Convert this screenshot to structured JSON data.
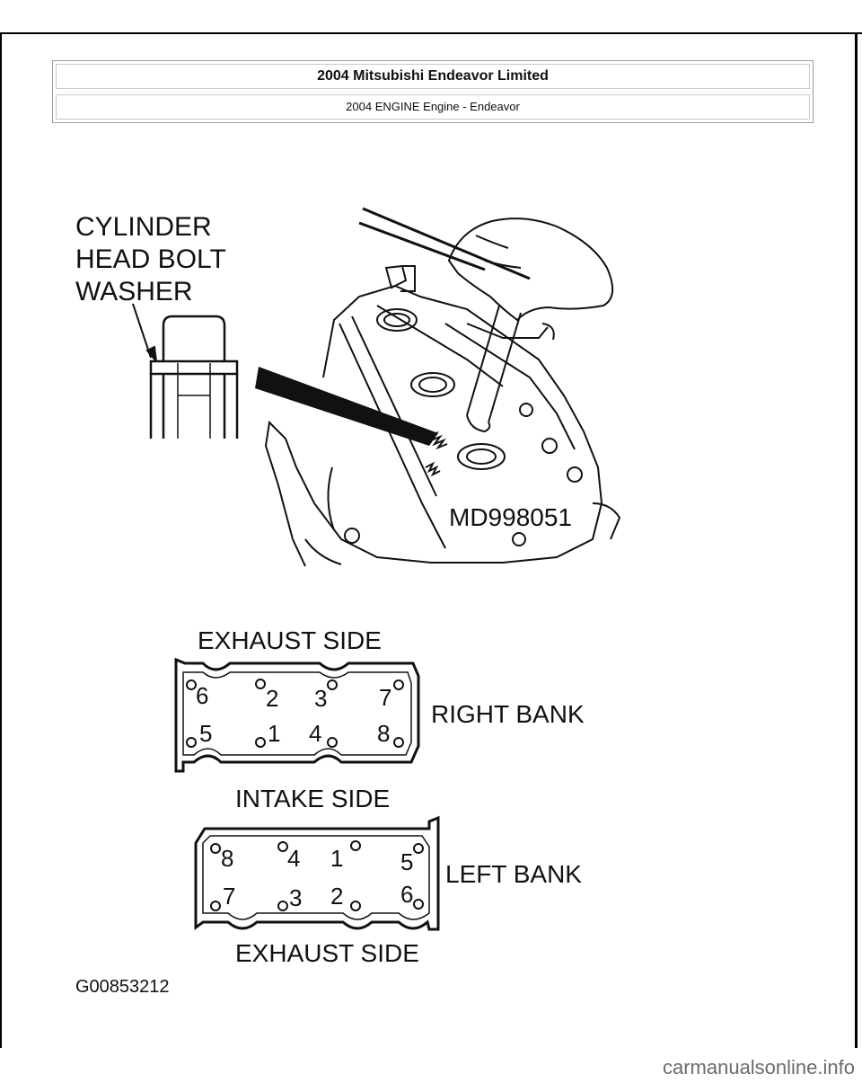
{
  "header": {
    "title": "2004 Mitsubishi Endeavor Limited",
    "subtitle": "2004 ENGINE Engine - Endeavor"
  },
  "figure": {
    "washer_label_lines": [
      "CYLINDER",
      "HEAD BOLT",
      "WASHER"
    ],
    "tool_label": "MD998051",
    "right_bank": {
      "top_side": "EXHAUST SIDE",
      "bottom_side": "INTAKE SIDE",
      "bank_label": "RIGHT BANK",
      "top_row": [
        "6",
        "2",
        "3",
        "7"
      ],
      "bottom_row": [
        "5",
        "1",
        "4",
        "8"
      ]
    },
    "left_bank": {
      "bottom_side": "EXHAUST SIDE",
      "bank_label": "LEFT BANK",
      "top_row": [
        "8",
        "4",
        "1",
        "5"
      ],
      "bottom_row": [
        "7",
        "3",
        "2",
        "6"
      ]
    },
    "figure_id": "G00853212"
  },
  "watermark": "carmanualsonline.info"
}
